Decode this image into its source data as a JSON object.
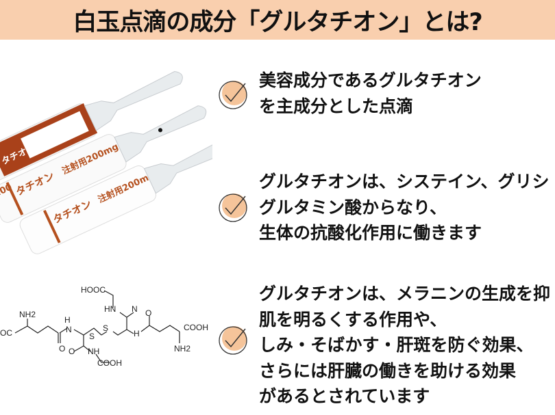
{
  "header": {
    "title": "白玉点滴の成分「グルタチオン」とは?"
  },
  "colors": {
    "header_bg": "#f9cfae",
    "check_fill": "#f5c49a",
    "label_brown": "#b5511f"
  },
  "items": [
    {
      "icon": "check-circle-icon",
      "lines": [
        "美容成分であるグルタチオン",
        "を主成分とした点滴"
      ]
    },
    {
      "icon": "check-circle-icon",
      "lines": [
        "グルタチオンは、システイン、グリシ",
        "グルタミン酸からなり、",
        "生体の抗酸化作用に働きます"
      ]
    },
    {
      "icon": "check-circle-icon",
      "lines": [
        "グルタチオンは、メラニンの生成を抑",
        "肌を明るくする作用や、",
        "しみ・そばかす・肝斑を防ぐ効果、",
        "さらには肝臓の働きを助ける効果",
        "があるとされています"
      ]
    }
  ],
  "ampoule": {
    "brand": "タチオン",
    "product": "注射用200mg",
    "dose": "200"
  },
  "molecule": {
    "labels": [
      "HOOC",
      "HN",
      "O",
      "NH2",
      "OC",
      "H",
      "N",
      "S",
      "S",
      "O",
      "NH",
      "COOH",
      "N",
      "H",
      "O",
      "COOH",
      "NH2"
    ]
  }
}
